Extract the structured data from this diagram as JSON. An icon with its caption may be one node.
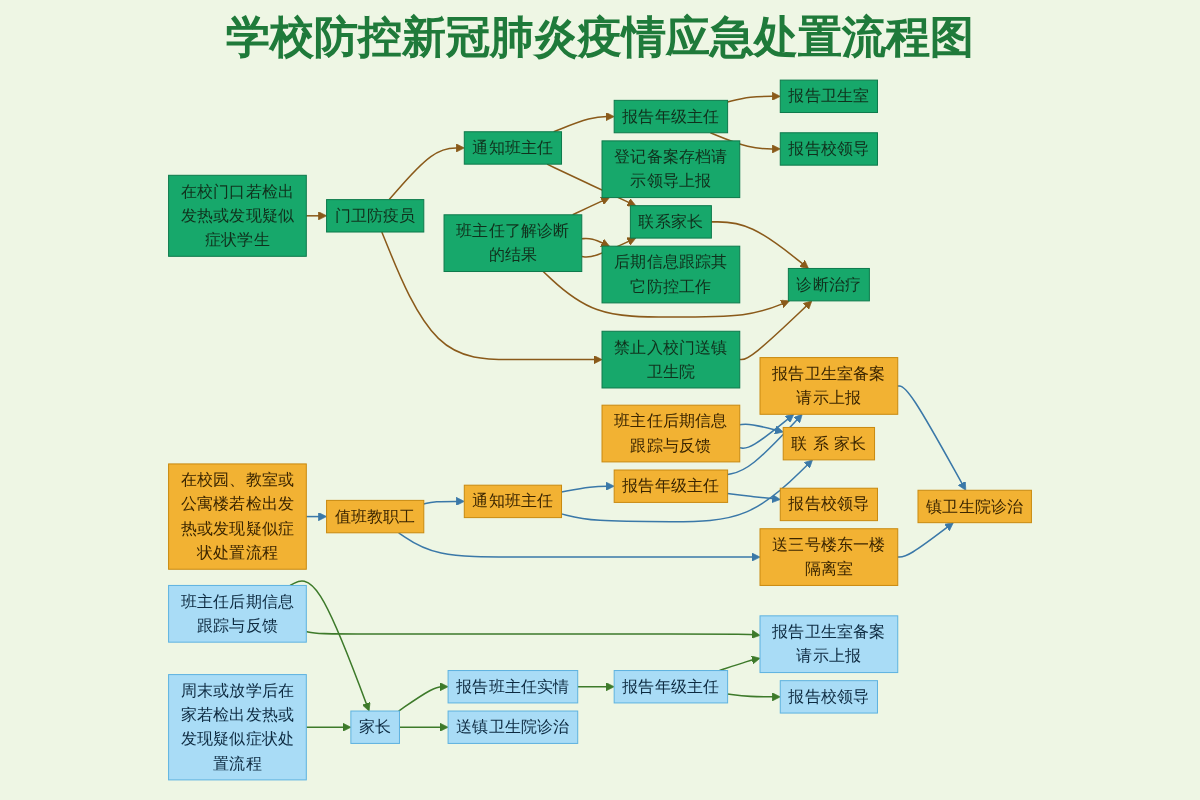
{
  "diagram": {
    "title": "学校防控新冠肺炎疫情应急处置流程图",
    "nodes": [
      {
        "text": [
          "在校门口若检出发热或发现疑似症状学生"
        ]
      },
      {
        "text": [
          "门卫防疫员"
        ]
      },
      {
        "text": [
          "禁止入校门送镇卫生院"
        ]
      },
      {
        "text": [
          "通知班主任"
        ]
      },
      {
        "text": [
          "诊断治疗"
        ]
      },
      {
        "text": [
          "联系家长"
        ]
      },
      {
        "text": [
          "报告年级主任"
        ]
      },
      {
        "text": [
          "班主任了解诊断的结果"
        ]
      },
      {
        "text": [
          "报告校领导"
        ]
      },
      {
        "text": [
          "报告卫生室"
        ]
      },
      {
        "text": [
          "后期信息跟踪其它防控工作"
        ]
      },
      {
        "text": [
          "登记备案存档请示领导上报"
        ]
      },
      {
        "text": [
          "在校园、教室或公寓楼若检出发热或发现疑似症状处置流程"
        ]
      },
      {
        "text": [
          "值班教职工"
        ]
      },
      {
        "text": [
          "送三号楼东一楼隔离室"
        ]
      },
      {
        "text": [
          "通知班主任"
        ]
      },
      {
        "text": [
          "联 系 家长"
        ]
      },
      {
        "text": [
          "报告年级主任"
        ]
      },
      {
        "text": [
          "报告校领导"
        ]
      },
      {
        "text": [
          "报告卫生室备案请示上报"
        ]
      },
      {
        "text": [
          "镇卫生院诊治"
        ]
      },
      {
        "text": [
          "班主任后期信息跟踪与反馈"
        ]
      },
      {
        "text": [
          "周末或放学后在家若检出发热或发现疑似症状处置流程"
        ]
      },
      {
        "text": [
          "家长"
        ]
      },
      {
        "text": [
          "送镇卫生院诊治"
        ]
      },
      {
        "text": [
          "报告班主任实情"
        ]
      },
      {
        "text": [
          "报告年级主任"
        ]
      },
      {
        "text": [
          "报告校领导"
        ]
      },
      {
        "text": [
          "报告卫生室备案请示上报"
        ]
      },
      {
        "text": [
          "班主任后期信息跟踪与反馈"
        ]
      }
    ],
    "edges": [
      {
        "from": 0,
        "to": 1,
        "arrow": "to",
        "color": "#8a5a1a"
      },
      {
        "from": 1,
        "to": 2,
        "arrow": "to",
        "color": "#8a5a1a"
      },
      {
        "from": 1,
        "to": 3,
        "arrow": "to",
        "color": "#8a5a1a"
      },
      {
        "from": 2,
        "to": 4,
        "arrow": "to",
        "color": "#8a5a1a"
      },
      {
        "from": 3,
        "to": 5,
        "arrow": "to",
        "color": "#8a5a1a"
      },
      {
        "from": 3,
        "to": 6,
        "arrow": "to",
        "color": "#8a5a1a"
      },
      {
        "from": 5,
        "to": 4,
        "arrow": "to",
        "color": "#8a5a1a"
      },
      {
        "from": 7,
        "to": 4,
        "arrow": "to",
        "color": "#8a5a1a"
      },
      {
        "from": 7,
        "to": 5,
        "arrow": "to",
        "color": "#8a5a1a"
      },
      {
        "from": 6,
        "to": 8,
        "arrow": "to",
        "color": "#8a5a1a"
      },
      {
        "from": 6,
        "to": 9,
        "arrow": "to",
        "color": "#8a5a1a"
      },
      {
        "from": 7,
        "to": 10,
        "arrow": "to",
        "color": "#8a5a1a"
      },
      {
        "from": 7,
        "to": 11,
        "arrow": "to",
        "color": "#8a5a1a"
      },
      {
        "from": 12,
        "to": 13,
        "arrow": "to",
        "color": "#3a78a8"
      },
      {
        "from": 13,
        "to": 14,
        "arrow": "to",
        "color": "#3a78a8"
      },
      {
        "from": 13,
        "to": 15,
        "arrow": "to",
        "color": "#3a78a8"
      },
      {
        "from": 14,
        "to": 20,
        "arrow": "to",
        "color": "#3a78a8"
      },
      {
        "from": 15,
        "to": 16,
        "arrow": "to",
        "color": "#3a78a8"
      },
      {
        "from": 15,
        "to": 17,
        "arrow": "to",
        "color": "#3a78a8"
      },
      {
        "from": 17,
        "to": 18,
        "arrow": "to",
        "color": "#3a78a8"
      },
      {
        "from": 17,
        "to": 19,
        "arrow": "to",
        "color": "#3a78a8"
      },
      {
        "from": 19,
        "to": 20,
        "arrow": "to",
        "color": "#3a78a8"
      },
      {
        "from": 21,
        "to": 19,
        "arrow": "to",
        "color": "#3a78a8"
      },
      {
        "from": 21,
        "to": 16,
        "arrow": "to",
        "color": "#3a78a8"
      },
      {
        "from": 22,
        "to": 23,
        "arrow": "to",
        "color": "#3d7a2a"
      },
      {
        "from": 23,
        "to": 24,
        "arrow": "to",
        "color": "#3d7a2a"
      },
      {
        "from": 23,
        "to": 25,
        "arrow": "to",
        "color": "#3d7a2a"
      },
      {
        "from": 25,
        "to": 26,
        "arrow": "to",
        "color": "#3d7a2a"
      },
      {
        "from": 26,
        "to": 27,
        "arrow": "to",
        "color": "#3d7a2a"
      },
      {
        "from": 26,
        "to": 28,
        "arrow": "to",
        "color": "#3d7a2a"
      },
      {
        "from": 29,
        "to": 28,
        "arrow": "to",
        "color": "#3d7a2a"
      },
      {
        "from": 29,
        "to": 23,
        "arrow": "to",
        "color": "#3d7a2a"
      }
    ]
  }
}
